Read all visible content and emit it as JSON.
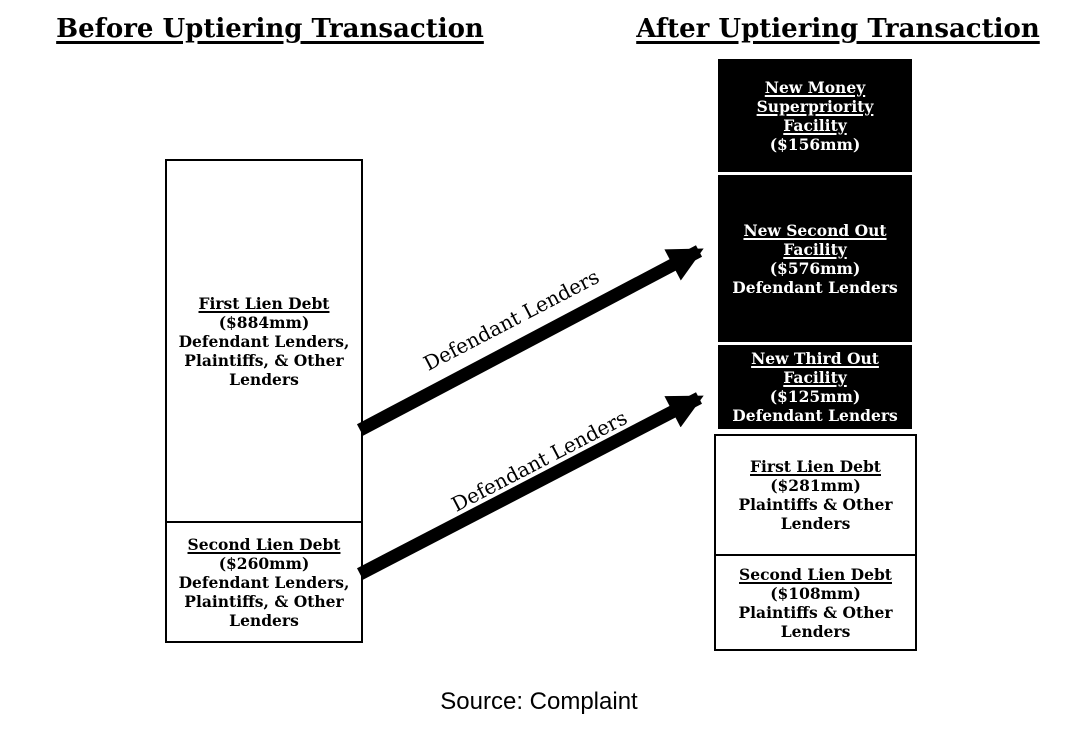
{
  "page": {
    "before_title": "Before Uptiering Transaction",
    "after_title": "After Uptiering Transaction",
    "source": "Source: Complaint"
  },
  "before": {
    "sections": [
      {
        "title": "First Lien Debt",
        "amount": "($884mm)",
        "holders_lines": [
          "Defendant Lenders,",
          "Plaintiffs, & Other",
          "Lenders"
        ]
      },
      {
        "title": "Second Lien Debt",
        "amount": "($260mm)",
        "holders_lines": [
          "Defendant Lenders,",
          "Plaintiffs, & Other",
          "Lenders"
        ]
      }
    ]
  },
  "after": {
    "boxes": [
      {
        "style": "black",
        "title_lines": [
          "New Money",
          "Superpriority",
          "Facility"
        ],
        "amount": "($156mm)"
      },
      {
        "style": "black",
        "title_lines": [
          "New Second Out",
          "Facility"
        ],
        "amount": "($576mm)",
        "holders": "Defendant Lenders"
      },
      {
        "style": "black",
        "title_lines": [
          "New Third Out",
          "Facility"
        ],
        "amount": "($125mm)",
        "holders": "Defendant Lenders"
      },
      {
        "style": "white",
        "title_lines": [
          "First Lien Debt"
        ],
        "amount": "($281mm)",
        "holders_lines": [
          "Plaintiffs & Other",
          "Lenders"
        ]
      },
      {
        "style": "white",
        "title_lines": [
          "Second Lien Debt"
        ],
        "amount": "($108mm)",
        "holders_lines": [
          "Plaintiffs & Other",
          "Lenders"
        ]
      }
    ]
  },
  "arrows": [
    {
      "label": "Defendant Lenders"
    },
    {
      "label": "Defendant Lenders"
    }
  ],
  "colors": {
    "box_fill_black": "#000000",
    "box_text_white": "#ffffff",
    "border": "#000000",
    "arrow": "#000000"
  }
}
